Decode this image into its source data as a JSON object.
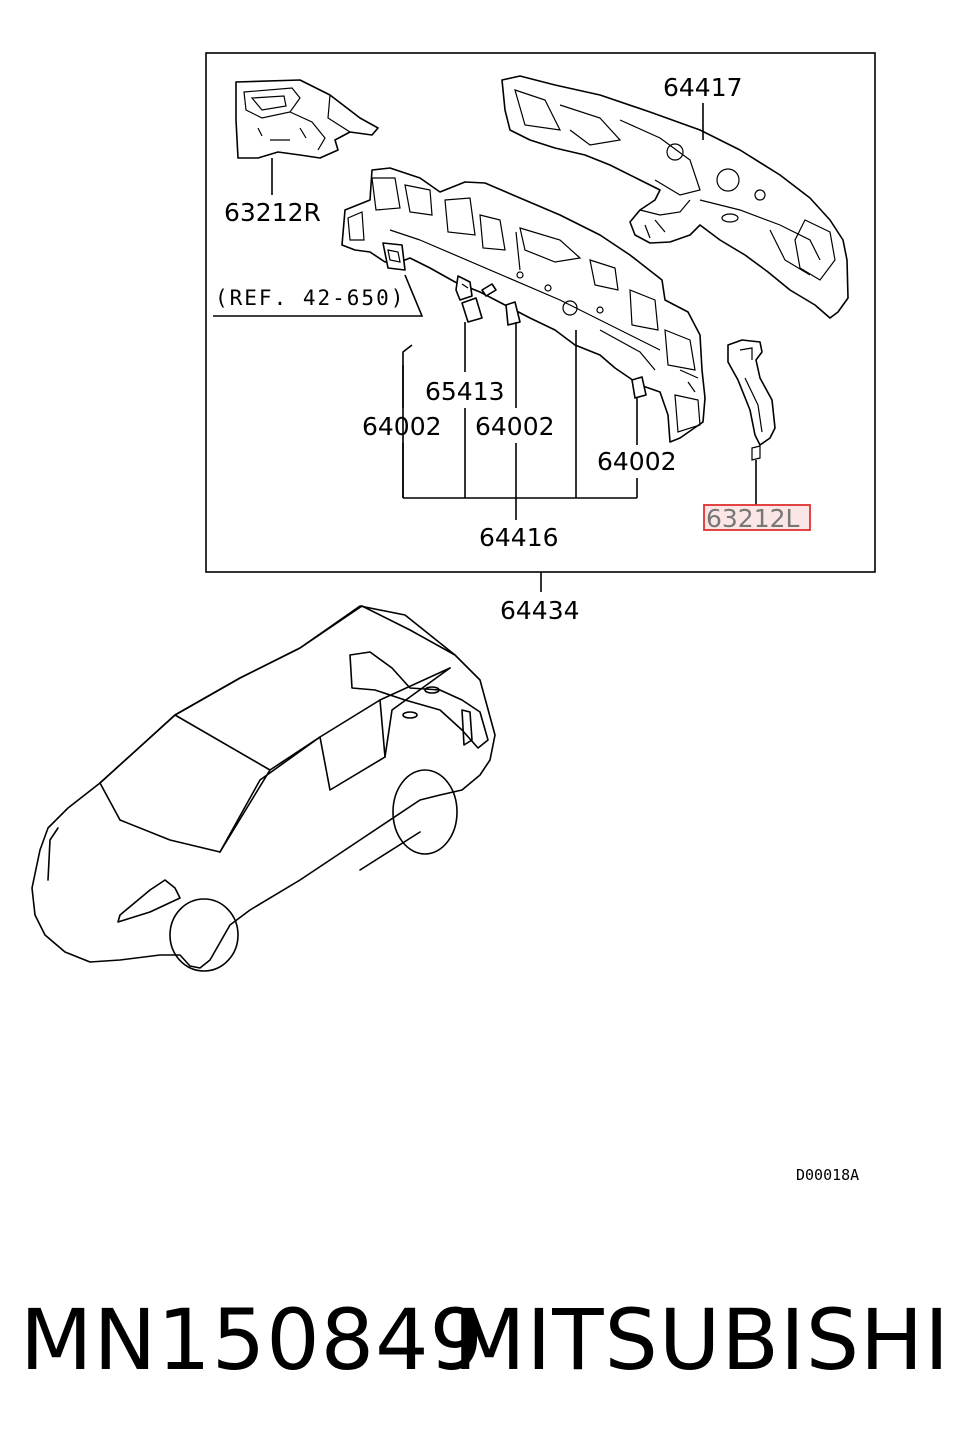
{
  "labels": {
    "p64417": "64417",
    "p63212R": "63212R",
    "ref": "(REF. 42-650)",
    "p65413": "65413",
    "p64002_a": "64002",
    "p64002_b": "64002",
    "p64002_c": "64002",
    "p64416": "64416",
    "p63212L": "63212L",
    "p64434": "64434"
  },
  "diagram_code": "D00018A",
  "footer": {
    "part_number": "MN150849",
    "brand": "MITSUBISHI"
  },
  "colors": {
    "highlight": "#e03030",
    "line": "#000000"
  }
}
